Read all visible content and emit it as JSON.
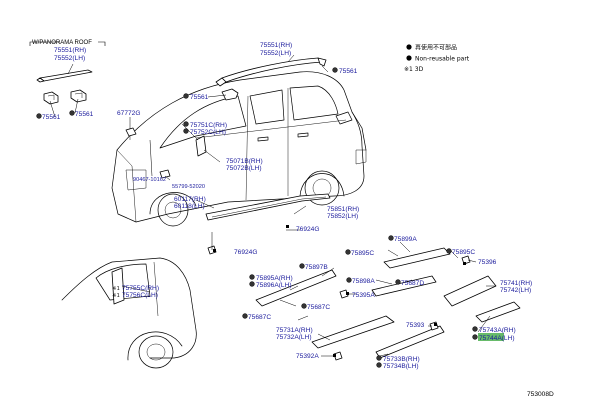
{
  "legend": {
    "non_reusable_jp": "再使用不可部品",
    "non_reusable_en": "Non-reusable part",
    "note_1": "※1 3D"
  },
  "inset_title": "W/PANORAMA ROOF",
  "diagram_id": "753008D",
  "labels": {
    "p75551_rh_a": "75551(RH)",
    "p75552_lh_a": "75552(LH)",
    "p75551_rh_b": "75551(RH)",
    "p75552_lh_b": "75552(LH)",
    "p75561_a": "75561",
    "p75561_b": "75561",
    "p75561_c": "75561",
    "p75561_d": "75561",
    "p67772g": "67772G",
    "p75751c": "75751C(RH)",
    "p75752c": "75752C(LH)",
    "p75071b": "75071B(RH)",
    "p75072b": "75072B(LH)",
    "p90467": "90467-10162",
    "p55799": "55799-52020",
    "p60117": "60117(RH)",
    "p60118": "60118(LH)",
    "p75851": "75851(RH)",
    "p75852": "75852(LH)",
    "p76924g_a": "76924G",
    "p76924g_b": "76924G",
    "p75899a": "75899A",
    "p75895c_a": "75895C",
    "p75895c_b": "75895C",
    "p75396": "75396",
    "p75687d": "75687D",
    "p75898a": "75898A",
    "p75897b": "75897B",
    "p75895a": "75895A(RH)",
    "p75896a": "75896A(LH)",
    "p75395a": "75395A",
    "p75687c_a": "75687C",
    "p75687c_b": "75687C",
    "p75741": "75741(RH)",
    "p75742": "75742(LH)",
    "p75731a": "75731A(RH)",
    "p75732a": "75732A(LH)",
    "p75393": "75393",
    "p75743a": "75743A(RH)",
    "p75744a": "75744A(LH)",
    "p75755c": "75755C(RH)",
    "p75756c": "75756C(LH)",
    "p75392a": "75392A",
    "p75733b": "75733B(RH)",
    "p75734b": "75734B(LH)"
  },
  "marks": {
    "star1": "※1",
    "star1_b": "※1"
  }
}
